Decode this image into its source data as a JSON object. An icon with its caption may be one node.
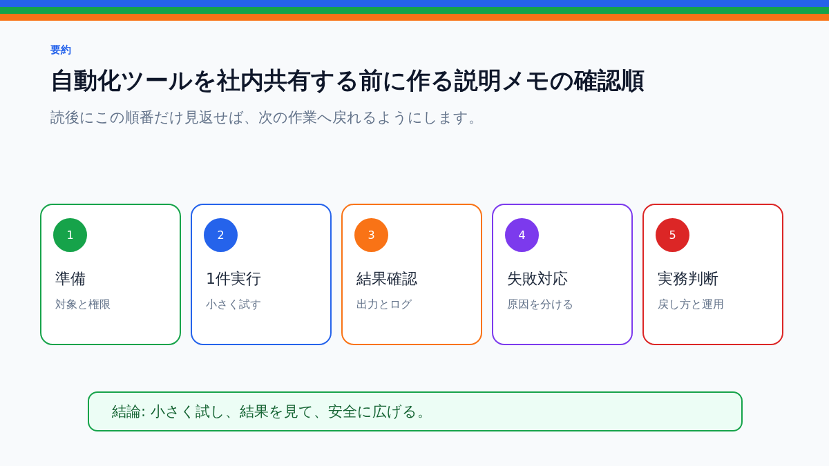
{
  "diagram": {
    "title": "自動化ツールを社内共有する前に作る説明メモの確認順",
    "nodes": [
      {
        "text": [
          "準備",
          "対象と権限"
        ]
      },
      {
        "text": [
          "1"
        ],
        "in": 0
      },
      {
        "text": [
          "1件実行",
          "小さく試す"
        ]
      },
      {
        "text": [
          "2"
        ],
        "in": 2
      },
      {
        "text": [
          "結果確認",
          "出力とログ"
        ]
      },
      {
        "text": [
          "3"
        ],
        "in": 4
      },
      {
        "text": [
          "失敗対応",
          "原因を分ける"
        ]
      },
      {
        "text": [
          "4"
        ],
        "in": 6
      },
      {
        "text": [
          "実務判断",
          "戻し方と運用"
        ]
      },
      {
        "text": [
          "5"
        ],
        "in": 8
      },
      {
        "text": [
          "結論: 小さく試し、結果を見て、安全に広げる。"
        ]
      }
    ],
    "labels": [
      "要約",
      "読後にこの順番だけ見返せば、次の作業へ戻れるようにします。"
    ]
  }
}
